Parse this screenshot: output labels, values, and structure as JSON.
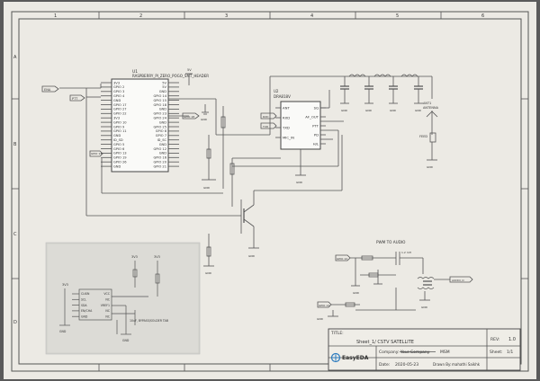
{
  "page": {
    "border_numbers": [
      "1",
      "2",
      "3",
      "4",
      "5",
      "6"
    ],
    "border_letters": [
      "A",
      "B",
      "C",
      "D"
    ]
  },
  "rpi": {
    "ref": "U1",
    "part": "RASPBERRY_PI_ZERO_POGO_SMT_HEADER",
    "left_pins": [
      "3V3",
      "GPIO 2",
      "GPIO 3",
      "GPIO 4",
      "GND",
      "GPIO 17",
      "GPIO 27",
      "GPIO 22",
      "3V3",
      "GPIO 10",
      "GPIO 9",
      "GPIO 11",
      "GND",
      "ID_SD",
      "GPIO 5",
      "GPIO 6",
      "GPIO 13",
      "GPIO 19",
      "GPIO 26",
      "GND"
    ],
    "right_pins": [
      "5V",
      "5V",
      "GND",
      "GPIO 14",
      "GPIO 15",
      "GPIO 18",
      "GND",
      "GPIO 23",
      "GPIO 24",
      "GND",
      "GPIO 25",
      "GPIO 8",
      "GPIO 7",
      "ID_SC",
      "GND",
      "GPIO 12",
      "GND",
      "GPIO 16",
      "GPIO 20",
      "GPIO 21"
    ]
  },
  "radio": {
    "ref": "U2",
    "part": "DRA818V",
    "left_pins": [
      "ANT",
      "RXD",
      "TXD",
      "MIC_IN"
    ],
    "right_pins": [
      "SQ",
      "AF_OUT",
      "PTT",
      "PD",
      "H/L"
    ]
  },
  "antenna": {
    "ref": "ANT1",
    "name": "ANTENNA",
    "feed": "FEED"
  },
  "notes": {
    "audio_path": "PWM TO AUDIO",
    "crystal": "1.2 mH"
  },
  "nets": {
    "gnd": "GND",
    "v5": "5V",
    "v33": "3V3"
  },
  "labels": {
    "left_in": "ENA",
    "ptt": "PTT",
    "rxd": "RXD",
    "txd": "TXD",
    "gpio18": "GPIO 18",
    "gpio13": "GPIO 13",
    "gpio_r": "GPIO 12",
    "audio_out": "AUDIO_O"
  },
  "inset": {
    "chip_pins_left": [
      "CLKIN",
      "SCL",
      "SDA",
      "EN/CHA",
      "GND"
    ],
    "chip_pins_right": [
      "VCC",
      "NC",
      "VREF1",
      "NC",
      "NC"
    ],
    "note": "10uF, BYPASS/SOLDER TAB"
  },
  "title_block": {
    "title_label": "TITLE:",
    "title": "Sheet_1/ CSTV SATELLITE",
    "rev_label": "REV:",
    "rev": "1.0",
    "company_label": "Company:",
    "company_struck": "Your Company",
    "company": "MSM",
    "sheet_label": "Sheet:",
    "sheet": "1/1",
    "date_label": "Date:",
    "date": "2020-05-23",
    "drawn_label": "Drawn By:",
    "drawn": "mahathi Saikhk",
    "logo": "EasyEDA"
  }
}
